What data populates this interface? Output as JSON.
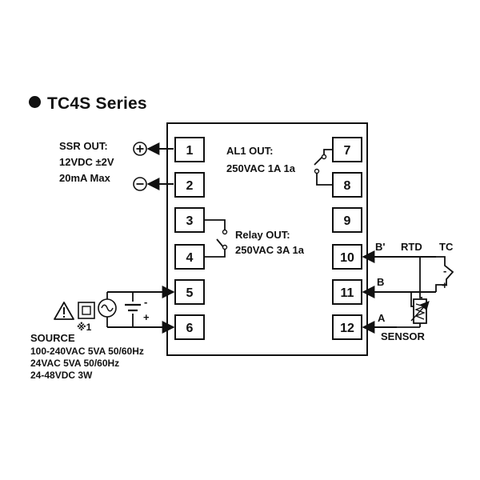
{
  "title": "TC4S Series",
  "terminals": [
    "1",
    "2",
    "3",
    "4",
    "5",
    "6",
    "7",
    "8",
    "9",
    "10",
    "11",
    "12"
  ],
  "ssr_out": {
    "line1": "SSR OUT:",
    "line2": "12VDC ±2V",
    "line3": "20mA Max",
    "plus": "+",
    "minus": "-"
  },
  "al1_out": {
    "line1": "AL1 OUT:",
    "line2": "250VAC 1A 1a"
  },
  "relay_out": {
    "line1": "Relay OUT:",
    "line2": "250VAC 3A 1a"
  },
  "sensor": {
    "b_prime": "B'",
    "b": "B",
    "a": "A",
    "rtd": "RTD",
    "tc": "TC",
    "tc_minus": "-",
    "tc_plus": "+",
    "label": "SENSOR"
  },
  "source": {
    "note": "※1",
    "title": "SOURCE",
    "line1": "100-240VAC 5VA 50/60Hz",
    "line2": "24VAC 5VA 50/60Hz",
    "line3": "24-48VDC 3W",
    "dc_minus": "-",
    "dc_plus": "+"
  }
}
